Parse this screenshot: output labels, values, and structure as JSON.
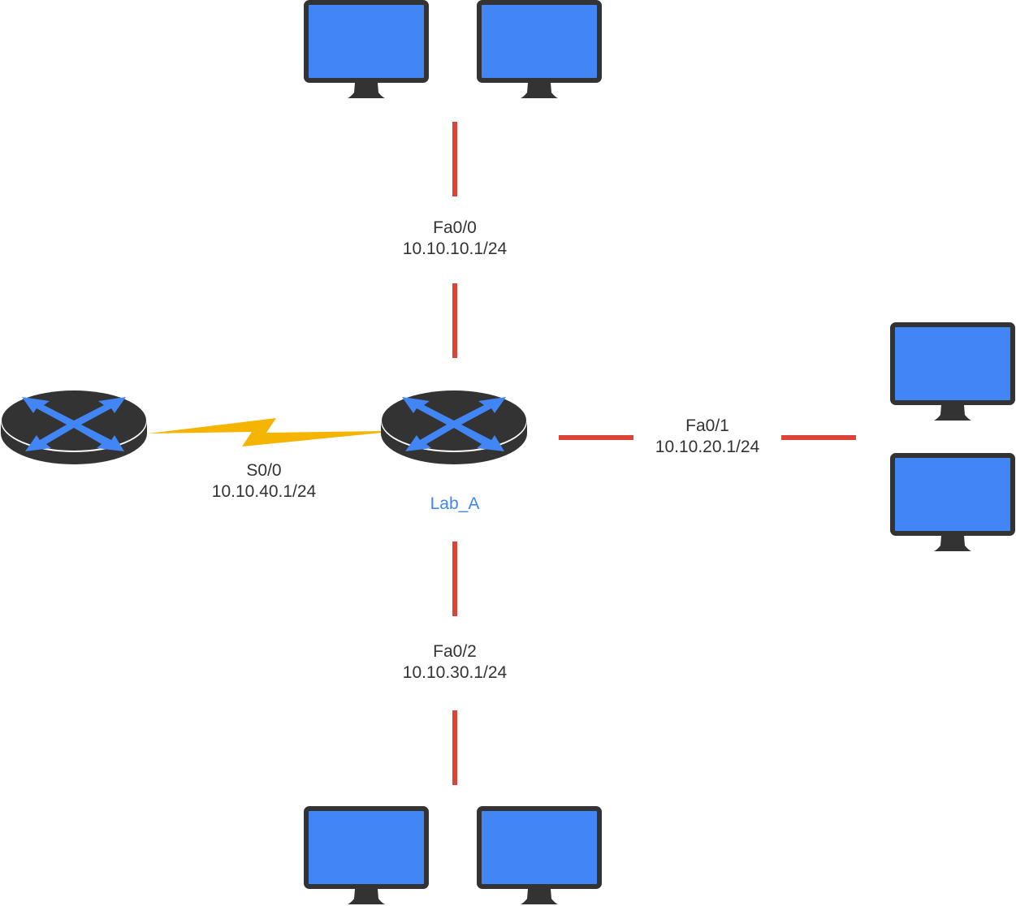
{
  "colors": {
    "screen": "#4285f4",
    "device": "#333333",
    "ethernet_link": "#db4437",
    "serial_link": "#f4b400",
    "router_arrows": "#4285f4",
    "label_text": "#333333",
    "router_name": "#4285f4"
  },
  "routers": [
    {
      "id": "lab-a",
      "name": "Lab_A",
      "icon": "router-icon"
    },
    {
      "id": "remote-router",
      "name": "",
      "icon": "router-icon"
    }
  ],
  "interfaces": [
    {
      "id": "fa0-0",
      "interface": "Fa0/0",
      "address": "10.10.10.1/24",
      "link_type": "ethernet"
    },
    {
      "id": "fa0-1",
      "interface": "Fa0/1",
      "address": "10.10.20.1/24",
      "link_type": "ethernet"
    },
    {
      "id": "fa0-2",
      "interface": "Fa0/2",
      "address": "10.10.30.1/24",
      "link_type": "ethernet"
    },
    {
      "id": "s0-0",
      "interface": "S0/0",
      "address": "10.10.40.1/24",
      "link_type": "serial"
    }
  ],
  "host_groups": [
    {
      "id": "hosts-top",
      "interface": "Fa0/0",
      "count": 2,
      "icon": "monitor-icon"
    },
    {
      "id": "hosts-right",
      "interface": "Fa0/1",
      "count": 2,
      "icon": "monitor-icon"
    },
    {
      "id": "hosts-bottom",
      "interface": "Fa0/2",
      "count": 2,
      "icon": "monitor-icon"
    }
  ]
}
